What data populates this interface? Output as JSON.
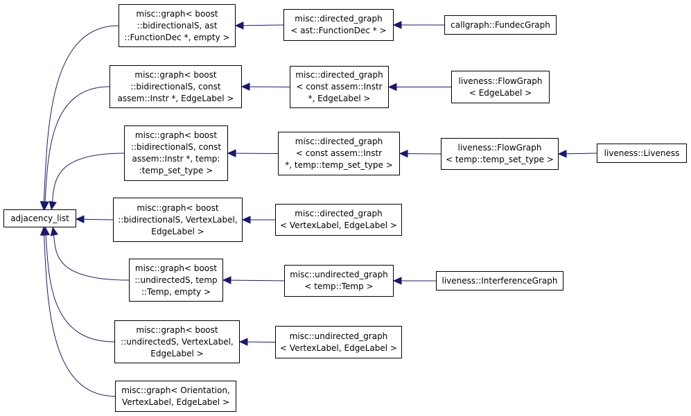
{
  "diagram": {
    "nodes": [
      {
        "id": "adjacency_list",
        "label": "adjacency_list"
      },
      {
        "id": "g1",
        "label": "misc::graph< boost\n::bidirectionalS, ast\n::FunctionDec *, empty >"
      },
      {
        "id": "g2",
        "label": "misc::graph< boost\n::bidirectionalS, const\nassem::Instr *, EdgeLabel >"
      },
      {
        "id": "g3",
        "label": "misc::graph< boost\n::bidirectionalS, const\nassem::Instr *, temp:\n:temp_set_type >"
      },
      {
        "id": "g4",
        "label": "misc::graph< boost\n::bidirectionalS, VertexLabel,\nEdgeLabel >"
      },
      {
        "id": "g5",
        "label": "misc::graph< boost\n::undirectedS, temp\n::Temp, empty >"
      },
      {
        "id": "g6",
        "label": "misc::graph< boost\n::undirectedS, VertexLabel,\nEdgeLabel >"
      },
      {
        "id": "g7",
        "label": "misc::graph< Orientation,\nVertexLabel, EdgeLabel >"
      },
      {
        "id": "d1",
        "label": "misc::directed_graph\n< ast::FunctionDec * >"
      },
      {
        "id": "d2",
        "label": "misc::directed_graph\n< const assem::Instr\n*, EdgeLabel >"
      },
      {
        "id": "d3",
        "label": "misc::directed_graph\n< const assem::Instr\n*, temp::temp_set_type >"
      },
      {
        "id": "d4",
        "label": "misc::directed_graph\n< VertexLabel, EdgeLabel >"
      },
      {
        "id": "u1",
        "label": "misc::undirected_graph\n< temp::Temp >"
      },
      {
        "id": "u2",
        "label": "misc::undirected_graph\n< VertexLabel, EdgeLabel >"
      },
      {
        "id": "cfg",
        "label": "callgraph::FundecGraph"
      },
      {
        "id": "fg1",
        "label": "liveness::FlowGraph\n< EdgeLabel >"
      },
      {
        "id": "fg2",
        "label": "liveness::FlowGraph\n< temp::temp_set_type >"
      },
      {
        "id": "lv",
        "label": "liveness::Liveness"
      },
      {
        "id": "ig",
        "label": "liveness::InterferenceGraph"
      }
    ],
    "edges": [
      {
        "from": "g1",
        "to": "adjacency_list"
      },
      {
        "from": "g2",
        "to": "adjacency_list"
      },
      {
        "from": "g3",
        "to": "adjacency_list"
      },
      {
        "from": "g4",
        "to": "adjacency_list"
      },
      {
        "from": "g5",
        "to": "adjacency_list"
      },
      {
        "from": "g6",
        "to": "adjacency_list"
      },
      {
        "from": "g7",
        "to": "adjacency_list"
      },
      {
        "from": "d1",
        "to": "g1"
      },
      {
        "from": "d2",
        "to": "g2"
      },
      {
        "from": "d3",
        "to": "g3"
      },
      {
        "from": "d4",
        "to": "g4"
      },
      {
        "from": "u1",
        "to": "g5"
      },
      {
        "from": "u2",
        "to": "g6"
      },
      {
        "from": "cfg",
        "to": "d1"
      },
      {
        "from": "fg1",
        "to": "d2"
      },
      {
        "from": "fg2",
        "to": "d3"
      },
      {
        "from": "lv",
        "to": "fg2"
      },
      {
        "from": "ig",
        "to": "u1"
      }
    ],
    "colors": {
      "edge": "#191970",
      "border": "#000000",
      "background": "#ffffff"
    }
  }
}
